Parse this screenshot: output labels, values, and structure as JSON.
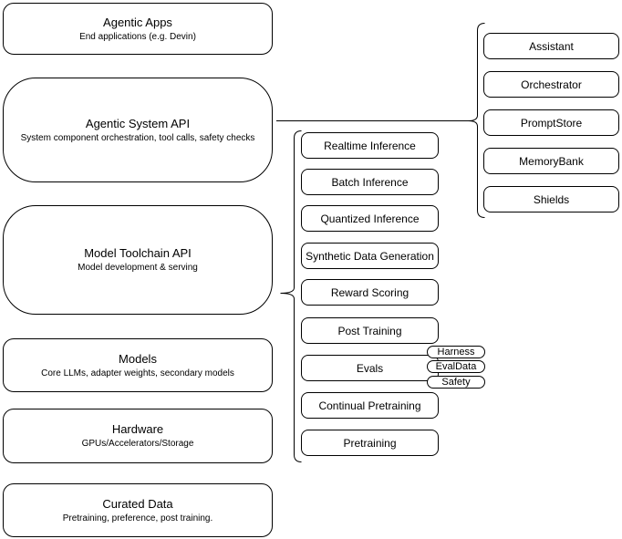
{
  "diagram": {
    "colors": {
      "stroke": "#000000",
      "background": "#ffffff",
      "text": "#000000"
    },
    "left_stack": [
      {
        "title": "Agentic Apps",
        "subtitle": "End applications (e.g. Devin)"
      },
      {
        "title": "Agentic System API",
        "subtitle": "System component orchestration, tool calls, safety checks"
      },
      {
        "title": "Model Toolchain API",
        "subtitle": "Model development & serving"
      },
      {
        "title": "Models",
        "subtitle": "Core LLMs, adapter weights, secondary models"
      },
      {
        "title": "Hardware",
        "subtitle": "GPUs/Accelerators/Storage"
      },
      {
        "title": "Curated Data",
        "subtitle": "Pretraining, preference, post training."
      }
    ],
    "toolchain_items": [
      "Realtime Inference",
      "Batch Inference",
      "Quantized Inference",
      "Synthetic Data Generation",
      "Reward Scoring",
      "Post Training",
      "Evals",
      "Continual Pretraining",
      "Pretraining"
    ],
    "eval_tags": [
      "Harness",
      "EvalData",
      "Safety"
    ],
    "system_components": [
      "Assistant",
      "Orchestrator",
      "PromptStore",
      "MemoryBank",
      "Shields"
    ]
  }
}
